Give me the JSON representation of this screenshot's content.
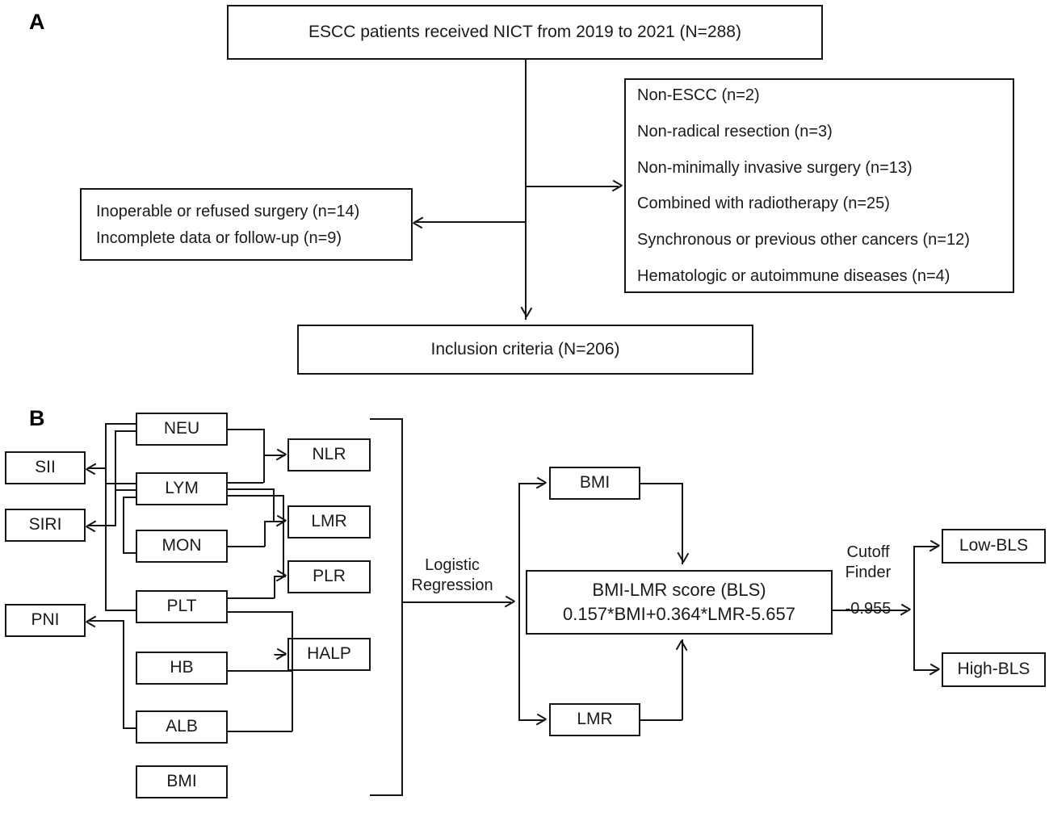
{
  "panels": {
    "a_label": "A",
    "b_label": "B"
  },
  "panel_a": {
    "source_box": "ESCC patients received NICT from 2019 to 2021 (N=288)",
    "exclusions_right": [
      "Non-ESCC (n=2)",
      "Non-radical resection (n=3)",
      "Non-minimally invasive surgery (n=13)",
      "Combined with radiotherapy (n=25)",
      "Synchronous or previous other cancers (n=12)",
      "Hematologic or autoimmune diseases (n=4)"
    ],
    "exclusions_left": [
      "Inoperable  or refused  surgery (n=14)",
      "Incomplete data or follow-up (n=9)"
    ],
    "result_box": "Inclusion criteria (N=206)"
  },
  "panel_b": {
    "inputs": [
      {
        "label": "NEU"
      },
      {
        "label": "LYM"
      },
      {
        "label": "MON"
      },
      {
        "label": "PLT"
      },
      {
        "label": "HB"
      },
      {
        "label": "ALB"
      },
      {
        "label": "BMI"
      }
    ],
    "left_indices": [
      {
        "label": "SII"
      },
      {
        "label": "SIRI"
      },
      {
        "label": "PNI"
      }
    ],
    "right_ratios": [
      {
        "label": "NLR"
      },
      {
        "label": "LMR"
      },
      {
        "label": "PLR"
      },
      {
        "label": "HALP"
      }
    ],
    "model_label_line1": "Logistic",
    "model_label_line2": "Regression",
    "selected_vars": [
      {
        "label": "BMI"
      },
      {
        "label": "LMR"
      }
    ],
    "score": {
      "title": "BMI-LMR score (BLS)",
      "formula": "0.157*BMI+0.364*LMR-5.657"
    },
    "cutoff": {
      "line1": "Cutoff",
      "line2": "Finder",
      "value": "-0.955"
    },
    "groups": [
      {
        "label": "Low-BLS"
      },
      {
        "label": "High-BLS"
      }
    ]
  },
  "colors": {
    "stroke": "#151515",
    "text": "#1a1a1a",
    "background": "#ffffff"
  }
}
